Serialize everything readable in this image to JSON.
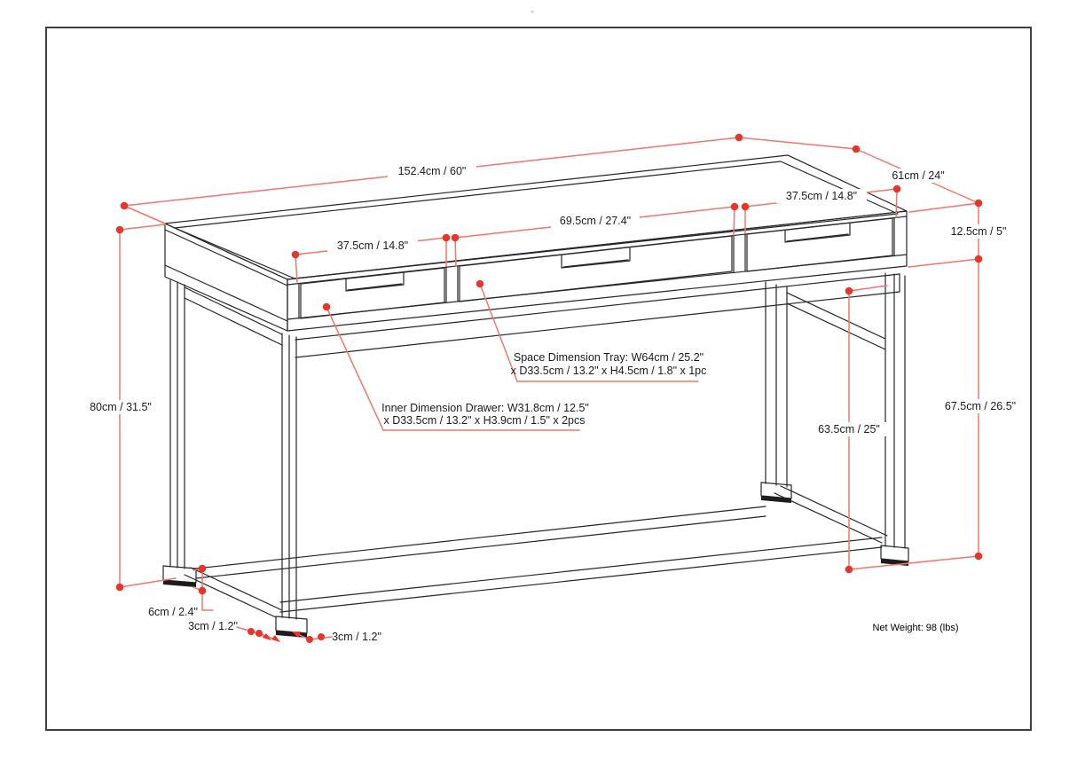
{
  "drawing": {
    "border_color": "#3f3f3f",
    "accent_line_color": "#F2766C",
    "accent_dot_color": "#E6352B",
    "outline_color": "#262626",
    "labels": {
      "top_width": "152.4cm / 60\"",
      "top_depth": "61cm / 24\"",
      "drawer_left_width": "37.5cm / 14.8\"",
      "tray_width": "69.5cm / 27.4\"",
      "drawer_right_width": "37.5cm / 14.8\"",
      "apron_height": "12.5cm / 5\"",
      "overall_height": "80cm / 31.5\"",
      "clearance_right": "67.5cm / 26.5\"",
      "clearance_inner": "63.5cm / 25\"",
      "foot_height": "6cm / 2.4\"",
      "stretcher_left": "3cm / 1.2\"",
      "stretcher_right": "3cm / 1.2\"",
      "tray_note_line1": "Space Dimension Tray: W64cm / 25.2\"",
      "tray_note_line2": "x D33.5cm / 13.2\" x H4.5cm / 1.8\" x 1pc",
      "drawer_note_line1": "Inner Dimension Drawer: W31.8cm / 12.5\"",
      "drawer_note_line2": "x D33.5cm / 13.2\" x H3.9cm / 1.5\" x 2pcs",
      "net_weight": "Net Weight:  98 (lbs)"
    }
  }
}
